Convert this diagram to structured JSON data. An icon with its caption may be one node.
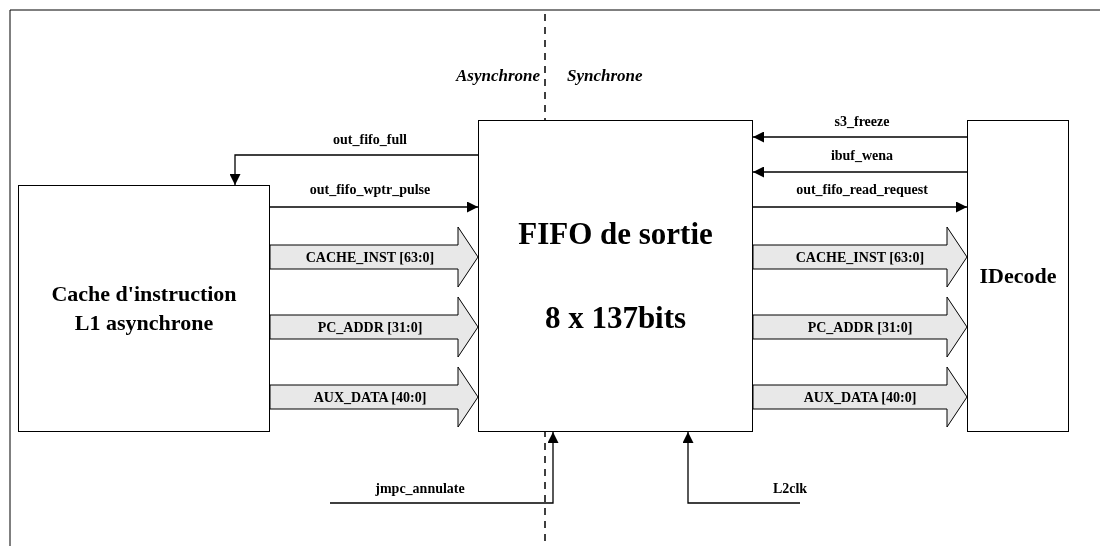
{
  "diagram": {
    "nodes": [
      {
        "text": [
          "Cache d'instruction L1 asynchrone"
        ]
      },
      {
        "text": [
          "FIFO de sortie",
          "8 x 137bits"
        ]
      },
      {
        "text": [
          "IDecode"
        ]
      }
    ],
    "edges": [
      {
        "from": 1,
        "to": 0,
        "arrow": "to",
        "label": "out_fifo_full"
      },
      {
        "from": 0,
        "to": 1,
        "arrow": "to",
        "label": "out_fifo_wptr_pulse"
      },
      {
        "from": 0,
        "to": 1,
        "arrow": "to",
        "label": "CACHE_INST [63:0]",
        "style": "thick"
      },
      {
        "from": 0,
        "to": 1,
        "arrow": "to",
        "label": "PC_ADDR [31:0]",
        "style": "thick"
      },
      {
        "from": 0,
        "to": 1,
        "arrow": "to",
        "label": "AUX_DATA [40:0]",
        "style": "thick"
      },
      {
        "from": 2,
        "to": 1,
        "arrow": "to",
        "label": "s3_freeze"
      },
      {
        "from": 2,
        "to": 1,
        "arrow": "to",
        "label": "ibuf_wena"
      },
      {
        "from": 1,
        "to": 2,
        "arrow": "to",
        "label": "out_fifo_read_request"
      },
      {
        "from": 1,
        "to": 2,
        "arrow": "to",
        "label": "CACHE_INST [63:0]",
        "style": "thick"
      },
      {
        "from": 1,
        "to": 2,
        "arrow": "to",
        "label": "PC_ADDR [31:0]",
        "style": "thick"
      },
      {
        "from": 1,
        "to": 2,
        "arrow": "to",
        "label": "AUX_DATA [40:0]",
        "style": "thick"
      },
      {
        "from": null,
        "to": 1,
        "arrow": "to",
        "label": "jmpc_annulate"
      },
      {
        "from": null,
        "to": 1,
        "arrow": "to",
        "label": "L2clk"
      }
    ],
    "labels": [
      "Asynchrone",
      "Synchrone"
    ]
  }
}
